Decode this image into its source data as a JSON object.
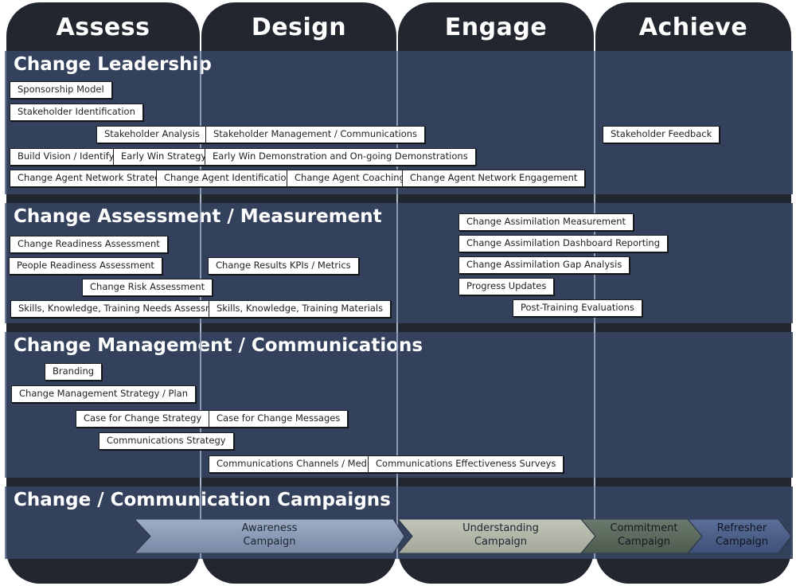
{
  "phases": [
    {
      "label": "Assess"
    },
    {
      "label": "Design"
    },
    {
      "label": "Engage"
    },
    {
      "label": "Achieve"
    }
  ],
  "sections": {
    "leadership": {
      "title": "Change Leadership",
      "items": [
        "Sponsorship Model",
        "Stakeholder Identification",
        "Stakeholder Analysis",
        "Stakeholder Management / Communications",
        "Stakeholder Feedback",
        "Build Vision / Identify",
        "Early Win Strategy",
        "Early Win Demonstration and On-going Demonstrations",
        "Change Agent Network Strategy",
        "Change Agent Identification",
        "Change Agent Coaching",
        "Change Agent Network Engagement"
      ]
    },
    "assessment": {
      "title": "Change Assessment / Measurement",
      "items": [
        "Change Readiness Assessment",
        "People Readiness Assessment",
        "Change Results KPIs / Metrics",
        "Change Risk Assessment",
        "Skills, Knowledge, Training Needs Assessment",
        "Skills, Knowledge, Training Materials",
        "Change Assimilation Measurement",
        "Change Assimilation Dashboard Reporting",
        "Change Assimilation Gap Analysis",
        "Progress Updates",
        "Post-Training Evaluations"
      ]
    },
    "management": {
      "title": "Change Management / Communications",
      "items": [
        "Branding",
        "Change Management Strategy / Plan",
        "Case for Change Strategy",
        "Case for Change Messages",
        "Communications Strategy",
        "Communications Channels / Media",
        "Communications Effectiveness Surveys"
      ]
    },
    "campaigns": {
      "title": "Change / Communication Campaigns",
      "items": [
        {
          "line1": "Awareness",
          "line2": "Campaign",
          "color": "#8a9ab4"
        },
        {
          "line1": "Understanding",
          "line2": "Campaign",
          "color": "#b4b8ab"
        },
        {
          "line1": "Commitment",
          "line2": "Campaign",
          "color": "#5c6b5e"
        },
        {
          "line1": "Refresher",
          "line2": "Campaign",
          "color": "#4c6089"
        }
      ]
    }
  },
  "colors": {
    "phase_bg": "#22262f",
    "section_bg": "#364460",
    "box_bg": "#ffffff"
  }
}
